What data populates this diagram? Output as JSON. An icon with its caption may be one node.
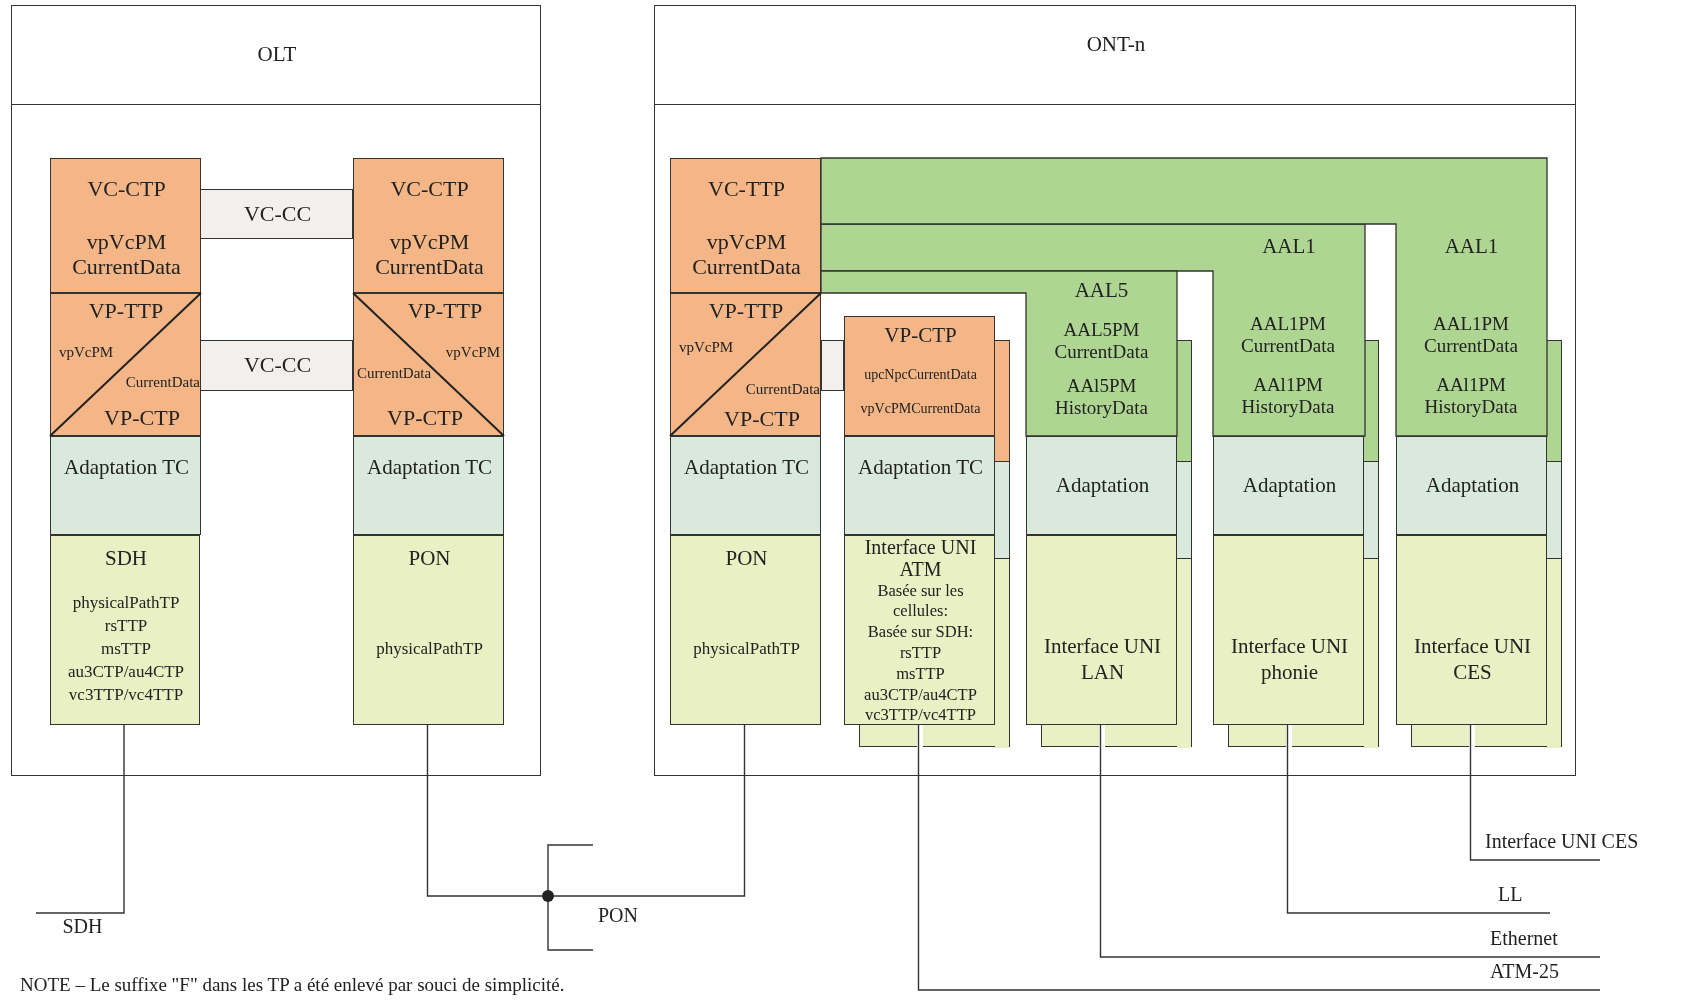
{
  "diagram": {
    "nodes": [
      {
        "text": [
          "OLT"
        ]
      },
      {
        "text": [
          "VC-CTP",
          "vpVcPM CurrentData"
        ],
        "in": 0
      },
      {
        "text": [
          "VC-CC"
        ],
        "in": 0
      },
      {
        "text": [
          "VC-CTP",
          "vpVcPM CurrentData"
        ],
        "in": 0
      },
      {
        "text": [
          "VP-TTP",
          "vpVcPM",
          "CurrentData",
          "VP-CTP"
        ],
        "in": 0
      },
      {
        "text": [
          "VC-CC"
        ],
        "in": 0
      },
      {
        "text": [
          "VP-TTP",
          "vpVcPM",
          "CurrentData",
          "VP-CTP"
        ],
        "in": 0
      },
      {
        "text": [
          "Adaptation TC"
        ],
        "in": 0
      },
      {
        "text": [
          "Adaptation TC"
        ],
        "in": 0
      },
      {
        "text": [
          "SDH",
          "physicalPathTP",
          "rsTTP",
          "msTTP",
          "au3CTP/au4CTP",
          "vc3TTP/vc4TTP"
        ],
        "in": 0
      },
      {
        "text": [
          "PON",
          "physicalPathTP"
        ],
        "in": 0
      },
      {
        "text": [
          "ONT-n"
        ]
      },
      {
        "text": [
          "VC-TTP",
          "vpVcPM CurrentData"
        ],
        "in": 11
      },
      {
        "text": [
          "AAL1",
          "AAL1PM CurrentData",
          "AAl1PM HistoryData"
        ],
        "in": 11
      },
      {
        "text": [
          "AAL1",
          "AAL1PM CurrentData",
          "AAl1PM HistoryData"
        ],
        "in": 11
      },
      {
        "text": [
          "VP-TTP",
          "vpVcPM",
          "CurrentData",
          "VP-CTP"
        ],
        "in": 11
      },
      {
        "text": [
          "AAL5",
          "AAL5PM CurrentData",
          "AAl5PM HistoryData"
        ],
        "in": 11
      },
      {
        "text": [],
        "shape": "box",
        "in": 11
      },
      {
        "text": [
          "VP-CTP",
          "upcNpcCurrentData",
          "vpVcPMCurrentData"
        ],
        "in": 11
      },
      {
        "text": [],
        "shape": "box",
        "in": 11
      },
      {
        "text": [],
        "shape": "box",
        "in": 11
      },
      {
        "text": [],
        "shape": "box",
        "in": 11
      },
      {
        "text": [],
        "shape": "box",
        "in": 11
      },
      {
        "text": [
          "Adaptation TC"
        ],
        "in": 11
      },
      {
        "text": [
          "Adaptation TC"
        ],
        "in": 11
      },
      {
        "text": [
          "Adaptation"
        ],
        "in": 11
      },
      {
        "text": [
          "Adaptation"
        ],
        "in": 11
      },
      {
        "text": [
          "Adaptation"
        ],
        "in": 11
      },
      {
        "text": [
          "PON",
          "physicalPathTP"
        ],
        "in": 11
      },
      {
        "text": [
          "Interface UNI ATM",
          "Basée sur les cellules:",
          "Basée sur SDH:",
          "rsTTP",
          "msTTP",
          "au3CTP/au4CTP",
          "vc3TTP/vc4TTP"
        ],
        "in": 11
      },
      {
        "text": [
          "Interface UNI LAN"
        ],
        "in": 11
      },
      {
        "text": [
          "Interface UNI phonie"
        ],
        "in": 11
      },
      {
        "text": [
          "Interface UNI CES"
        ],
        "in": 11
      },
      {
        "text": [
          "SDH"
        ]
      },
      {
        "text": [],
        "shape": "circle"
      },
      {
        "text": [
          "Interface UNI CES"
        ]
      },
      {
        "text": [
          "LL"
        ]
      },
      {
        "text": [
          "Ethernet"
        ]
      },
      {
        "text": [
          "ATM-25"
        ]
      }
    ],
    "edges": [
      {
        "from": 9,
        "to": 33,
        "arrow": "none"
      },
      {
        "from": 10,
        "to": 34,
        "arrow": "none"
      },
      {
        "from": 34,
        "to": 28,
        "arrow": "none"
      },
      {
        "from": 32,
        "to": 35,
        "arrow": "none"
      },
      {
        "from": 31,
        "to": 36,
        "arrow": "none"
      },
      {
        "from": 30,
        "to": 37,
        "arrow": "none"
      },
      {
        "from": 29,
        "to": 38,
        "arrow": "none"
      }
    ],
    "labels": [
      "PON",
      "NOTE – Le suffixe \"F\" dans les TP a été enlevé par souci de simplicité."
    ]
  }
}
